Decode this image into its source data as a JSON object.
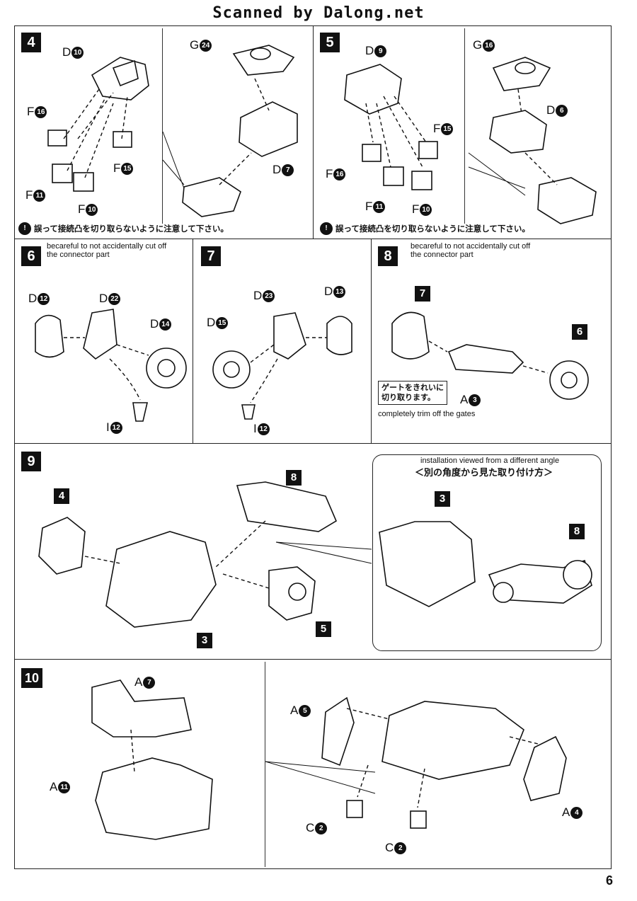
{
  "header": "Scanned by Dalong.net",
  "page_number": "6",
  "steps": {
    "s4": {
      "num": "4",
      "labels": {
        "d": {
          "l": "D",
          "n": "10"
        },
        "g": {
          "l": "G",
          "n": "24"
        },
        "d7": {
          "l": "D",
          "n": "7"
        },
        "f16": {
          "l": "F",
          "n": "16"
        },
        "f15": {
          "l": "F",
          "n": "15"
        },
        "f11": {
          "l": "F",
          "n": "11"
        },
        "f10": {
          "l": "F",
          "n": "10"
        }
      },
      "note_jp": "誤って接続凸を切り取らないように注意して下さい。"
    },
    "s5": {
      "num": "5",
      "labels": {
        "d9": {
          "l": "D",
          "n": "9"
        },
        "g": {
          "l": "G",
          "n": "16"
        },
        "d6": {
          "l": "D",
          "n": "6"
        },
        "f15": {
          "l": "F",
          "n": "15"
        },
        "f16": {
          "l": "F",
          "n": "16"
        },
        "f11": {
          "l": "F",
          "n": "11"
        },
        "f10": {
          "l": "F",
          "n": "10"
        }
      },
      "note_jp": "誤って接続凸を切り取らないように注意して下さい。"
    },
    "s6": {
      "num": "6",
      "note_en": "becareful to not accidentally cut off\nthe connector part",
      "labels": {
        "d12": {
          "l": "D",
          "n": "12"
        },
        "d22": {
          "l": "D",
          "n": "22"
        },
        "d14": {
          "l": "D",
          "n": "14"
        },
        "i12": {
          "l": "I",
          "n": "12"
        }
      }
    },
    "s7": {
      "num": "7",
      "labels": {
        "d23": {
          "l": "D",
          "n": "23"
        },
        "d13": {
          "l": "D",
          "n": "13"
        },
        "d15": {
          "l": "D",
          "n": "15"
        },
        "i12": {
          "l": "I",
          "n": "12"
        }
      }
    },
    "s8": {
      "num": "8",
      "note_en": "becareful to not accidentally cut off\nthe connector part",
      "ref7": "7",
      "ref6": "6",
      "labels": {
        "a3": {
          "l": "A",
          "n": "3"
        }
      },
      "callout_jp_1": "ゲートをきれいに",
      "callout_jp_2": "切り取ります。",
      "caption_en": "completely trim off the gates"
    },
    "s9": {
      "num": "9",
      "ref4": "4",
      "ref8": "8",
      "ref3": "3",
      "ref5": "5",
      "inset_en": "installation viewed from a different angle",
      "inset_jp": "＜別の角度から見た取り付け方＞",
      "inset_ref3": "3",
      "inset_ref8": "8"
    },
    "s10": {
      "num": "10",
      "labels": {
        "a7": {
          "l": "A",
          "n": "7"
        },
        "a11": {
          "l": "A",
          "n": "11"
        },
        "a5": {
          "l": "A",
          "n": "5"
        },
        "a4": {
          "l": "A",
          "n": "4"
        },
        "c2a": {
          "l": "C",
          "n": "2"
        },
        "c2b": {
          "l": "C",
          "n": "2"
        }
      }
    }
  }
}
